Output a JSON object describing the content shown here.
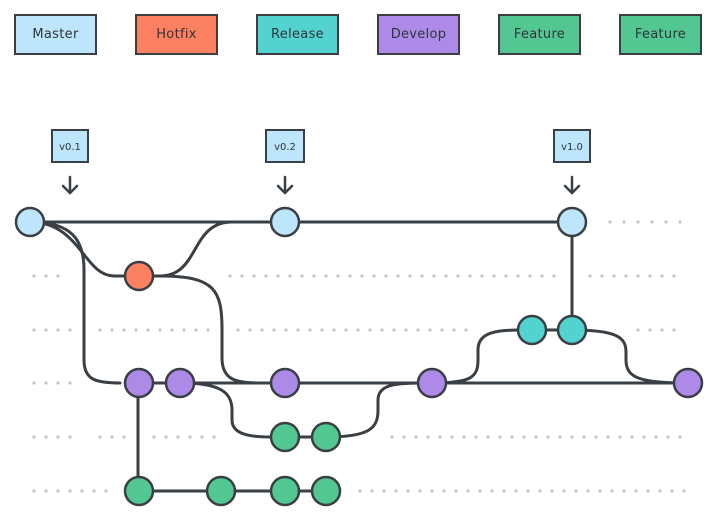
{
  "legend": [
    {
      "label": "Master",
      "color": "#bde5fb"
    },
    {
      "label": "Hotfix",
      "color": "#fc8062"
    },
    {
      "label": "Release",
      "color": "#52d3d0"
    },
    {
      "label": "Develop",
      "color": "#ad8ae8"
    },
    {
      "label": "Feature",
      "color": "#52c792"
    },
    {
      "label": "Feature",
      "color": "#52c792"
    }
  ],
  "tags": [
    {
      "label": "v0.1"
    },
    {
      "label": "v0.2"
    },
    {
      "label": "v1.0"
    }
  ],
  "branch_colors": {
    "master": "#bde5fb",
    "hotfix": "#fc8062",
    "release": "#52d3d0",
    "develop": "#ad8ae8",
    "feature": "#52c792"
  }
}
